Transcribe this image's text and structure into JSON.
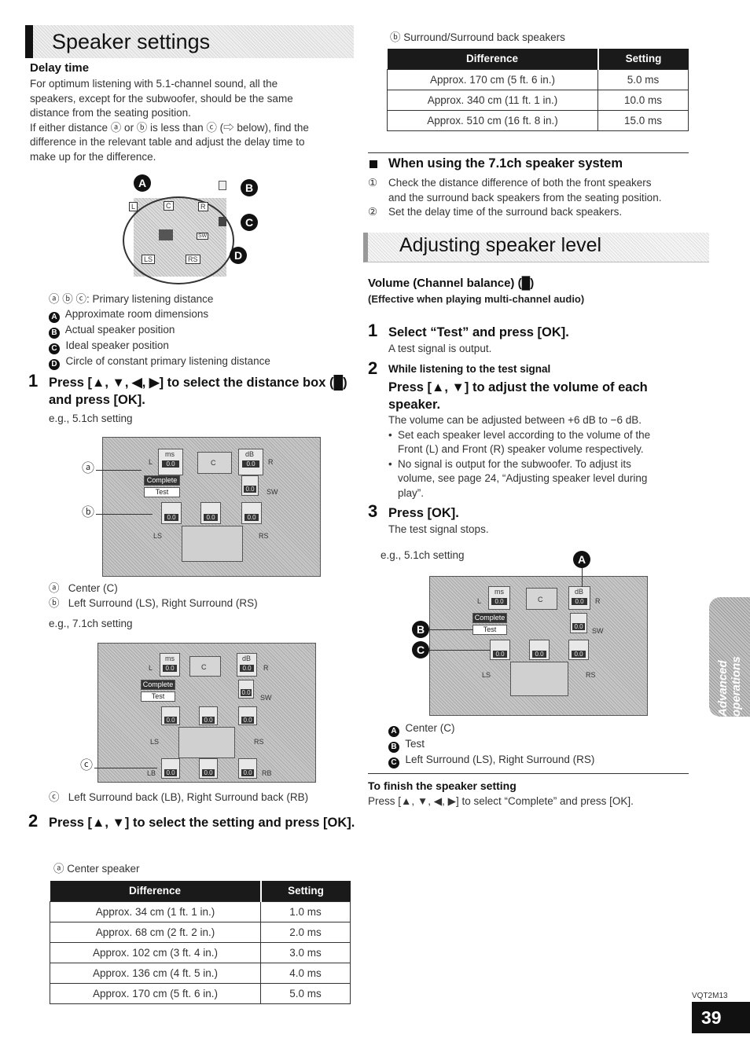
{
  "title": "Speaker settings",
  "delay": {
    "heading": "Delay time",
    "intro": [
      "For optimum listening with 5.1-channel sound, all the",
      "speakers, except for the subwoofer, should be the same",
      "distance from the seating position.",
      "If either distance ⓐ or ⓑ is less than ⓒ (⇨ below), find the",
      "difference in the relevant table and adjust the delay time to",
      "make up for the difference."
    ],
    "legend": [
      {
        "mark": "ⓐ ⓑ ⓒ:",
        "text": "Primary listening distance"
      },
      {
        "mark": "A",
        "text": "Approximate room dimensions"
      },
      {
        "mark": "B",
        "text": "Actual speaker position"
      },
      {
        "mark": "C",
        "text": "Ideal speaker position"
      },
      {
        "mark": "D",
        "text": "Circle of constant primary listening distance"
      }
    ],
    "diagram": {
      "labels": [
        "L",
        "C",
        "R",
        "SW",
        "LS",
        "RS"
      ],
      "markers": [
        "A",
        "B",
        "C",
        "D"
      ]
    }
  },
  "step1": {
    "num": "1",
    "title": "Press [▲, ▼, ◀, ▶] to select the distance box (█) and press [OK].",
    "eg1": "e.g., 5.1ch setting",
    "captions1": [
      {
        "mark": "ⓐ",
        "text": "Center (C)"
      },
      {
        "mark": "ⓑ",
        "text": "Left Surround (LS), Right Surround (RS)"
      }
    ],
    "eg2": "e.g., 7.1ch setting",
    "captions2": [
      {
        "mark": "ⓒ",
        "text": "Left Surround back (LB), Right Surround back (RB)"
      }
    ],
    "screen_marks": [
      "ⓐ",
      "ⓑ",
      "ⓒ"
    ]
  },
  "screen": {
    "complete": "Complete",
    "test": "Test",
    "ms": "ms",
    "db": "dB",
    "val": "0.0",
    "labels": [
      "L",
      "C",
      "R",
      "SW",
      "LS",
      "RS",
      "LB",
      "RB"
    ]
  },
  "step2": {
    "num": "2",
    "title": "Press [▲, ▼] to select the setting and press [OK].",
    "center_caption": "ⓐ  Center speaker",
    "headers": [
      "Difference",
      "Setting"
    ],
    "rows": [
      [
        "Approx. 34 cm (1 ft. 1 in.)",
        "1.0 ms"
      ],
      [
        "Approx. 68 cm (2 ft. 2 in.)",
        "2.0 ms"
      ],
      [
        "Approx. 102 cm (3 ft. 4 in.)",
        "3.0 ms"
      ],
      [
        "Approx. 136 cm (4 ft. 5 in.)",
        "4.0 ms"
      ],
      [
        "Approx. 170 cm (5 ft. 6 in.)",
        "5.0 ms"
      ]
    ]
  },
  "surround": {
    "caption": "ⓑ  Surround/Surround back speakers",
    "headers": [
      "Difference",
      "Setting"
    ],
    "rows": [
      [
        "Approx. 170 cm (5 ft. 6 in.)",
        "5.0 ms"
      ],
      [
        "Approx. 340 cm (11 ft. 1 in.)",
        "10.0 ms"
      ],
      [
        "Approx. 510 cm (16 ft. 8 in.)",
        "15.0 ms"
      ]
    ]
  },
  "seven": {
    "heading": "When using the 7.1ch speaker system",
    "items": [
      {
        "mark": "①",
        "lines": [
          "Check the distance difference of both the front speakers",
          "and the surround back speakers from the seating position."
        ]
      },
      {
        "mark": "②",
        "lines": [
          "Set the delay time of the surround back speakers."
        ]
      }
    ]
  },
  "level": {
    "title": "Adjusting speaker level",
    "volume_heading": "Volume (Channel balance) (█)",
    "volume_sub": "(Effective when playing multi-channel audio)",
    "s1_num": "1",
    "s1_title": "Select “Test” and press [OK].",
    "s1_text": "A test signal is output.",
    "s2_num": "2",
    "s2_pre": "While listening to the test signal",
    "s2_title": "Press [▲, ▼] to adjust the volume of each speaker.",
    "s2_text": "The volume can be adjusted between +6 dB to −6 dB.",
    "bullets": [
      [
        "Set each speaker level according to the volume of the",
        "Front (L) and Front (R) speaker volume respectively."
      ],
      [
        "No signal is output for the subwoofer. To adjust its",
        "volume, see page 24, “Adjusting speaker level during",
        "play”."
      ]
    ],
    "s3_num": "3",
    "s3_title": "Press [OK].",
    "s3_text": "The test signal stops.",
    "eg": "e.g., 5.1ch setting",
    "screen_markers": [
      "A",
      "B",
      "C"
    ],
    "captions": [
      {
        "mark": "A",
        "text": "Center (C)"
      },
      {
        "mark": "B",
        "text": "Test"
      },
      {
        "mark": "C",
        "text": "Left Surround (LS), Right Surround (RS)"
      }
    ],
    "finish_heading": "To finish the speaker setting",
    "finish_text": "Press [▲, ▼, ◀, ▶] to select “Complete” and press [OK]."
  },
  "side_tab": "Advanced operations",
  "model": "VQT2M13",
  "page": "39"
}
